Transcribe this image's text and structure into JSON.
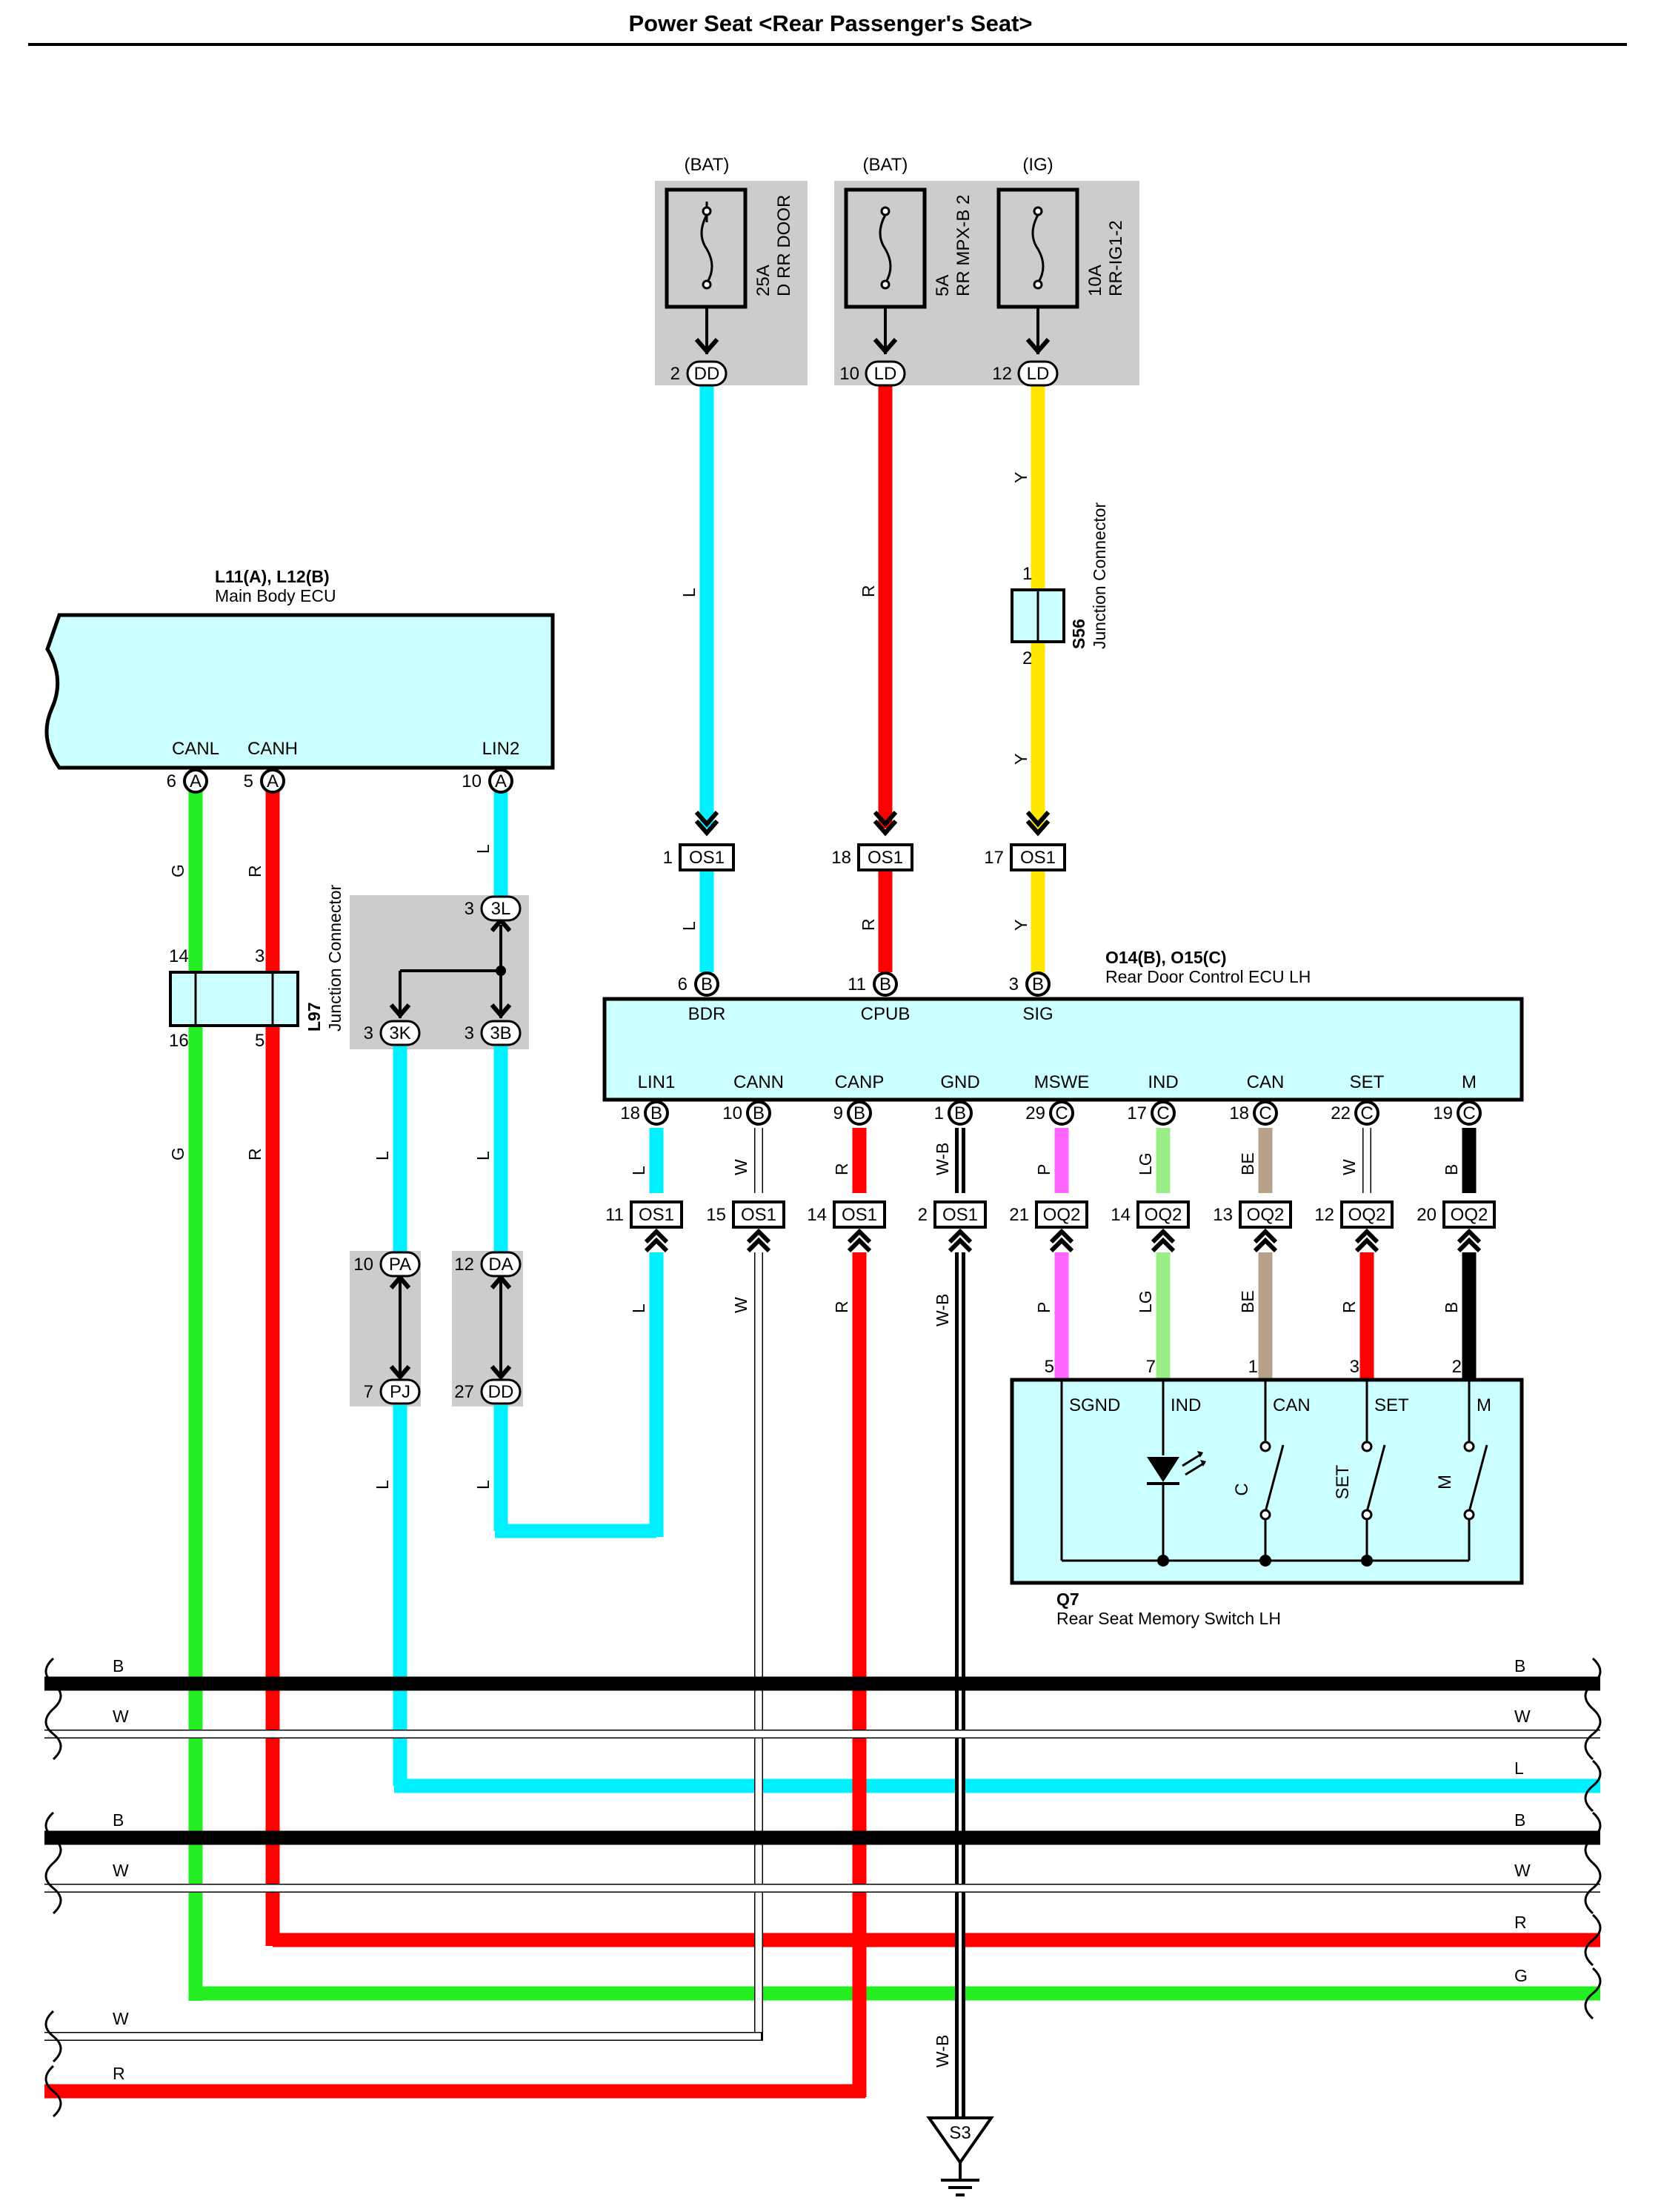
{
  "title": "Power Seat <Rear Passenger's Seat>",
  "colors": {
    "L": "#00f0ff",
    "R": "#ff0000",
    "Y": "#ffe600",
    "G": "#22ee22",
    "B": "#000000",
    "W": "#ffffff",
    "P": "#ff66ff",
    "LG": "#99ee88",
    "BE": "#b6a28b",
    "ecu_fill": "#ccffff",
    "junction_bg": "#cccccc"
  },
  "fuses": [
    {
      "source": "(BAT)",
      "rating": "25A",
      "name": "D RR DOOR",
      "pin": "2",
      "conn": "DD",
      "wire": "L"
    },
    {
      "source": "(BAT)",
      "rating": "5A",
      "name": "RR MPX-B 2",
      "pin": "10",
      "conn": "LD",
      "wire": "R"
    },
    {
      "source": "(IG)",
      "rating": "10A",
      "name": "RR-IG1-2",
      "pin": "12",
      "conn": "LD",
      "wire": "Y"
    }
  ],
  "main_ecu": {
    "code": "L11(A), L12(B)",
    "name": "Main Body ECU",
    "terminals": [
      {
        "label": "CANL",
        "pin": "6",
        "conn": "A",
        "wire": "G"
      },
      {
        "label": "CANH",
        "pin": "5",
        "conn": "A",
        "wire": "R"
      },
      {
        "label": "LIN2",
        "pin": "10",
        "conn": "A",
        "wire": "L"
      }
    ]
  },
  "s56": {
    "code": "S56",
    "name": "Junction Connector",
    "pin_top": "1",
    "pin_bottom": "2"
  },
  "l97": {
    "code": "L97",
    "name": "Junction Connector",
    "pins": [
      "14",
      "3",
      "16",
      "5"
    ]
  },
  "junction_mid": {
    "pins": [
      {
        "pin": "3",
        "conn": "3L"
      },
      {
        "pin": "3",
        "conn": "3K"
      },
      {
        "pin": "3",
        "conn": "3B"
      }
    ]
  },
  "inline_joints": [
    {
      "top_pin": "10",
      "top_conn": "PA",
      "bottom_pin": "7",
      "bottom_conn": "PJ"
    },
    {
      "top_pin": "12",
      "top_conn": "DA",
      "bottom_pin": "27",
      "bottom_conn": "DD"
    }
  ],
  "rdcu": {
    "code": "O14(B), O15(C)",
    "name": "Rear Door Control ECU LH",
    "top_terminals": [
      {
        "label": "BDR",
        "pin": "6",
        "conn": "B",
        "wire": "L",
        "os_pin": "1",
        "os": "OS1"
      },
      {
        "label": "CPUB",
        "pin": "11",
        "conn": "B",
        "wire": "R",
        "os_pin": "18",
        "os": "OS1"
      },
      {
        "label": "SIG",
        "pin": "3",
        "conn": "B",
        "wire": "Y",
        "os_pin": "17",
        "os": "OS1"
      }
    ],
    "bottom_terminals": [
      {
        "label": "LIN1",
        "pin": "18",
        "conn": "B",
        "wire": "L",
        "os_pin": "11",
        "os": "OS1"
      },
      {
        "label": "CANN",
        "pin": "10",
        "conn": "B",
        "wire": "W",
        "os_pin": "15",
        "os": "OS1"
      },
      {
        "label": "CANP",
        "pin": "9",
        "conn": "B",
        "wire": "R",
        "os_pin": "14",
        "os": "OS1"
      },
      {
        "label": "GND",
        "pin": "1",
        "conn": "B",
        "wire": "W-B",
        "os_pin": "2",
        "os": "OS1"
      },
      {
        "label": "MSWE",
        "pin": "29",
        "conn": "C",
        "wire": "P",
        "os_pin": "21",
        "os": "OQ2"
      },
      {
        "label": "IND",
        "pin": "17",
        "conn": "C",
        "wire": "LG",
        "os_pin": "14",
        "os": "OQ2"
      },
      {
        "label": "CAN",
        "pin": "18",
        "conn": "C",
        "wire": "BE",
        "os_pin": "13",
        "os": "OQ2"
      },
      {
        "label": "SET",
        "pin": "22",
        "conn": "C",
        "wire": "W",
        "os_pin": "12",
        "os": "OQ2"
      },
      {
        "label": "M",
        "pin": "19",
        "conn": "C",
        "wire": "B",
        "os_pin": "20",
        "os": "OQ2"
      }
    ],
    "below_colors": [
      "L",
      "W",
      "R",
      "W-B",
      "P",
      "LG",
      "BE",
      "R",
      "B"
    ]
  },
  "q7": {
    "code": "Q7",
    "name": "Rear Seat Memory Switch LH",
    "terminals": [
      {
        "label": "SGND",
        "pin": "5"
      },
      {
        "label": "IND",
        "pin": "7"
      },
      {
        "label": "CAN",
        "pin": "1"
      },
      {
        "label": "SET",
        "pin": "3"
      },
      {
        "label": "M",
        "pin": "2"
      }
    ],
    "switch_labels": [
      "C",
      "SET",
      "M"
    ]
  },
  "bus_lines": [
    {
      "color": "B",
      "left_label": "B",
      "right_label": "B"
    },
    {
      "color": "W",
      "left_label": "W",
      "right_label": "W"
    },
    {
      "color": "L",
      "left_label": "",
      "right_label": "L"
    },
    {
      "color": "B",
      "left_label": "B",
      "right_label": "B"
    },
    {
      "color": "W",
      "left_label": "W",
      "right_label": "W"
    },
    {
      "color": "R",
      "left_label": "",
      "right_label": "R"
    },
    {
      "color": "G",
      "left_label": "",
      "right_label": "G"
    },
    {
      "color": "W",
      "left_label": "W",
      "right_label": ""
    },
    {
      "color": "R",
      "left_label": "R",
      "right_label": ""
    }
  ],
  "ground": {
    "code": "S3",
    "wire": "W-B"
  }
}
